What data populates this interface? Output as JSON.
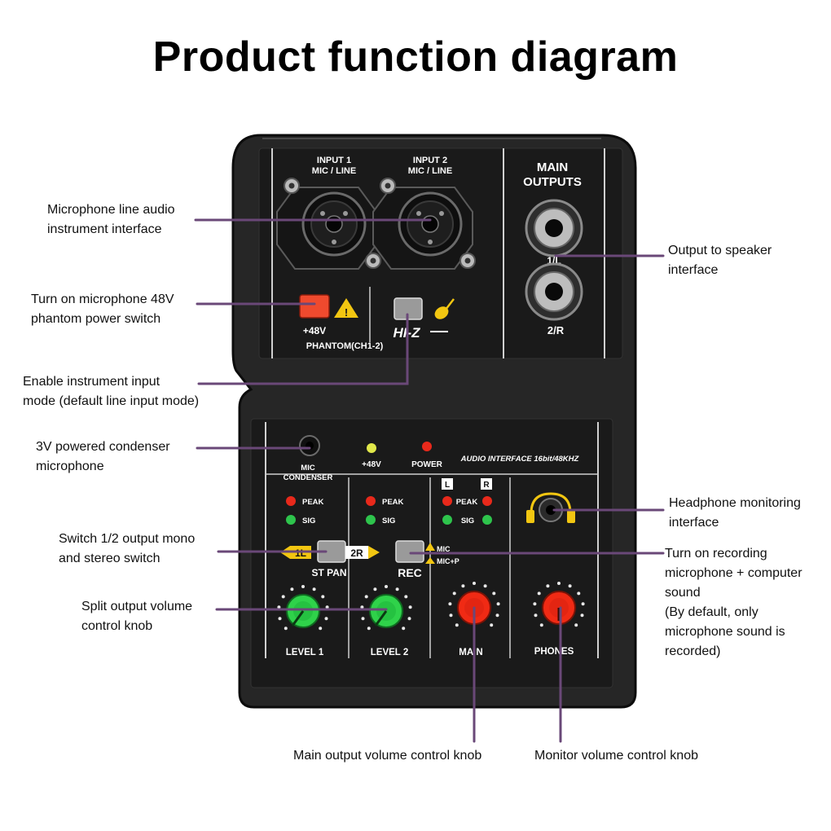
{
  "title": "Product function diagram",
  "device": {
    "input1_label": [
      "INPUT 1",
      "MIC / LINE"
    ],
    "input2_label": [
      "INPUT 2",
      "MIC / LINE"
    ],
    "main_outputs_label": [
      "MAIN",
      "OUTPUTS"
    ],
    "output_1_label": "1/L",
    "output_2_label": "2/R",
    "phantom_voltage_label": "+48V",
    "phantom_label": "PHANTOM(CH1-2)",
    "hiz_label": "HI-Z",
    "mic_condenser_label": [
      "MIC",
      "CONDENSER"
    ],
    "led_48v_label": "+48V",
    "led_power_label": "POWER",
    "interface_spec": "AUDIO INTERFACE 16bit/48KHZ",
    "peak_label": "PEAK",
    "sig_label": "SIG",
    "left_label": "L",
    "right_label": "R",
    "st_pan_left": "1L",
    "st_pan_right": "2R",
    "st_pan_label": "ST PAN",
    "rec_label": "REC",
    "rec_mic_label": "MIC",
    "rec_micp_label": "MIC+P",
    "knob_level1": "LEVEL 1",
    "knob_level2": "LEVEL 2",
    "knob_main": "MAIN",
    "knob_phones": "PHONES",
    "colors": {
      "leader_line": "#6a4878",
      "panel": "#1c1c1c",
      "knob_green": "#2fd24a",
      "knob_red": "#f02a14",
      "phantom_button": "#ef4a2e",
      "warning_yellow": "#f2c611"
    }
  },
  "callouts": {
    "mic_line": [
      "Microphone line audio",
      "instrument interface"
    ],
    "phantom": [
      "Turn on microphone 48V",
      "phantom power switch"
    ],
    "instrument": [
      "Enable instrument input",
      "mode (default line input mode)"
    ],
    "condenser": [
      "3V powered condenser",
      "microphone"
    ],
    "mono_stereo": [
      "Switch 1/2 output mono",
      "and stereo switch"
    ],
    "split_volume": [
      "Split output volume",
      "control knob"
    ],
    "speaker": [
      "Output to speaker",
      "interface"
    ],
    "headphone": [
      "Headphone monitoring",
      "interface"
    ],
    "recording": [
      "Turn on recording",
      "microphone + computer",
      "sound",
      "(By default, only",
      "microphone sound is",
      "recorded)"
    ],
    "main_volume": [
      "Main output volume control knob"
    ],
    "monitor_volume": [
      "Monitor volume control knob"
    ]
  }
}
